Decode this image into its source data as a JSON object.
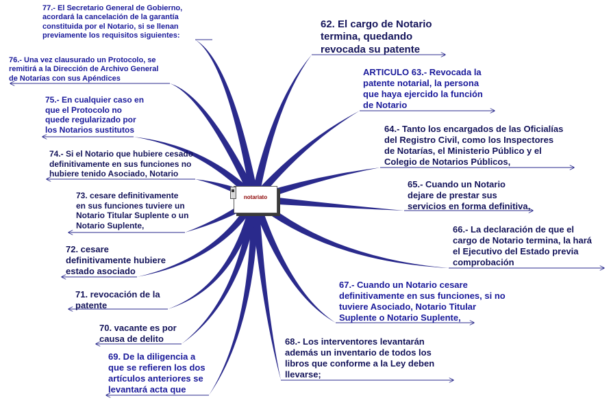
{
  "center": {
    "label": "notariato"
  },
  "colors": {
    "branch": "#2a2a8c",
    "text_blue": "#1a1a9a",
    "text_dark": "#14145a"
  },
  "nodes": [
    {
      "id": "n77",
      "text": "77.- El Secretario General de Gobierno,\nacordará la cancelación de la garantía\nconstituida por el Notario, si se llenan\npreviamente los requisitos siguientes:"
    },
    {
      "id": "n76",
      "text": "76.- Una vez clausurado un Protocolo, se\nremitirá a la Dirección de Archivo General\nde Notarías con sus Apéndices"
    },
    {
      "id": "n75",
      "text": "75.- En cualquier caso en\nque el Protocolo no\nquede regularizado por\nlos Notarios sustitutos"
    },
    {
      "id": "n74",
      "text": "74.- Si el Notario que hubiere cesado\ndefinitivamente en sus funciones no\nhubiere tenido Asociado, Notario"
    },
    {
      "id": "n73",
      "text": "73. cesare definitivamente\nen sus funciones tuviere un\nNotario Titular Suplente o un\nNotario Suplente,"
    },
    {
      "id": "n72",
      "text": "72. cesare\ndefinitivamente hubiere\nestado asociado"
    },
    {
      "id": "n71",
      "text": "71. revocación de la\npatente"
    },
    {
      "id": "n70",
      "text": "70. vacante es por\ncausa de delito"
    },
    {
      "id": "n69",
      "text": "69.  De la diligencia a\nque se refieren los dos\nartículos anteriores se\nlevantará acta que"
    },
    {
      "id": "n62",
      "text": "62.  El cargo de Notario\ntermina, quedando\nrevocada su patente"
    },
    {
      "id": "n63",
      "text": "ARTICULO 63.- Revocada la\npatente notarial, la persona\nque haya ejercido la función\nde Notario"
    },
    {
      "id": "n64",
      "text": "64.- Tanto los encargados de las Oficialías\ndel Registro Civil, como los Inspectores\nde Notarías, el Ministerio Público y el\nColegio de Notarios Públicos,"
    },
    {
      "id": "n65",
      "text": "65.- Cuando un Notario\ndejare de prestar sus\nservicios en forma definitiva,"
    },
    {
      "id": "n66",
      "text": "66.- La declaración de que el\ncargo de Notario termina, la hará\nel Ejecutivo del Estado previa\ncomprobación"
    },
    {
      "id": "n67",
      "text": "67.- Cuando un Notario cesare\ndefinitivamente en sus funciones, si no\ntuviere Asociado, Notario Titular\nSuplente o Notario Suplente,"
    },
    {
      "id": "n68",
      "text": "68.- Los interventores levantarán\nademás un inventario de todos los\nlibros que conforme a la Ley deben\nllevarse;"
    }
  ]
}
